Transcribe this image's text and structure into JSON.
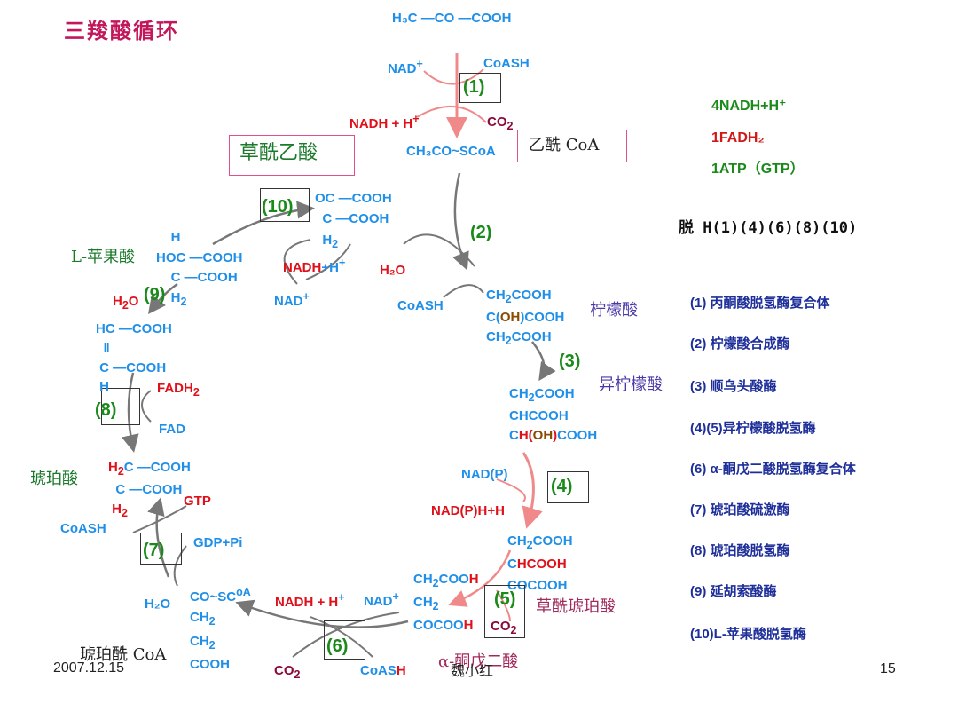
{
  "title": "三羧酸循环",
  "footer": {
    "date": "2007.12.15",
    "author": "魏小红",
    "page": "15"
  },
  "summary": {
    "nadh": "4NADH+H⁺",
    "fadh": "1FADH₂",
    "atp": "1ATP（GTP）",
    "dehydro": "脱 H(1)(4)(6)(8)(10)"
  },
  "enzymes": [
    "(1) 丙酮酸脱氢酶复合体",
    "(2) 柠檬酸合成酶",
    "(3) 顺乌头酸酶",
    "(4)(5)异柠檬酸脱氢酶",
    "(6) α-酮戊二酸脱氢酶复合体",
    "(7) 琥珀酸硫激酶",
    "(8) 琥珀酸脱氢酶",
    "(9) 延胡索酸酶",
    "(10)L-苹果酸脱氢酶"
  ],
  "compounds": {
    "pyruvate": "H₃C —CO —COOH",
    "acetyl_coa_formula": "CH₃CO~SCoA",
    "acetyl_coa_name": "乙酰 CoA",
    "oxaloacetate_name": "草酰乙酸",
    "malate_name": "L-苹果酸",
    "citrate_name": "柠檬酸",
    "isocitrate_name": "异柠檬酸",
    "oxalosuccinate_name": "草酰琥珀酸",
    "akg_name": "α-酮戊二酸",
    "succinyl_coa_name": "琥珀酰 CoA",
    "succinate_name": "琥珀酸"
  },
  "steps": [
    "(1)",
    "(2)",
    "(3)",
    "(4)",
    "(5)",
    "(6)",
    "(7)",
    "(8)",
    "(9)",
    "(10)"
  ],
  "cofactors": {
    "nad": "NAD",
    "coash": "CoASH",
    "nadh_h": "NADH + H",
    "co2": "CO",
    "h2o": "H₂O",
    "nadp": "NAD(P)",
    "nadph": "NAD(P)H+H",
    "fadh2": "FADH",
    "fad": "FAD",
    "gtp": "GTP",
    "gdp": "GDP+Pi"
  }
}
